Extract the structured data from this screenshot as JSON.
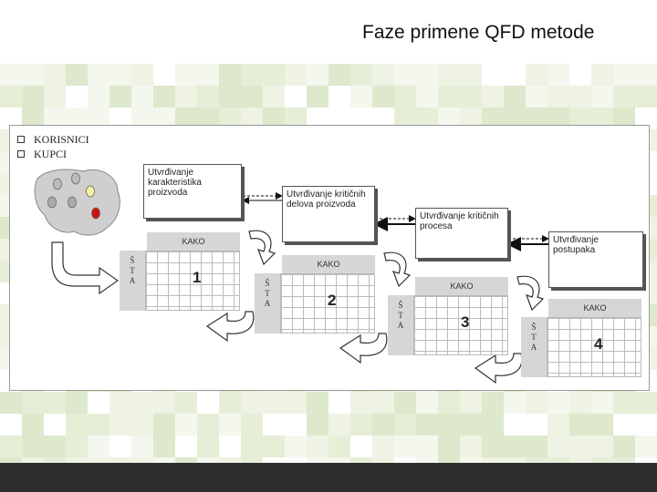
{
  "slide": {
    "title": "Faze primene QFD metode"
  },
  "diagram": {
    "bullets": [
      "KORISNICI",
      "KUPCI"
    ],
    "boxes": [
      "Utvrđivanje karakteristika proizvoda",
      "Utvrđivanje kritičnih delova proizvoda",
      "Utvrđivanje kritičnih procesa",
      "Utvrđivanje postupaka"
    ],
    "matrices": [
      {
        "header": "KAKO",
        "side": "Š\nT\nA",
        "number": "1"
      },
      {
        "header": "KAKO",
        "side": "Š\nT\nA",
        "number": "2"
      },
      {
        "header": "KAKO",
        "side": "Š\nT\nA",
        "number": "3"
      },
      {
        "header": "KAKO",
        "side": "Š\nT\nA",
        "number": "4"
      }
    ],
    "customer_dot_colors": [
      "#bbbbbb",
      "#bbbbbb",
      "#f6f3a0",
      "#aaaaaa",
      "#aaaaaa",
      "#cc1111"
    ],
    "colors": {
      "background_green_light": "#eef3e4",
      "background_green_mid": "#dde8cc",
      "footer": "#2e2e2e"
    }
  }
}
